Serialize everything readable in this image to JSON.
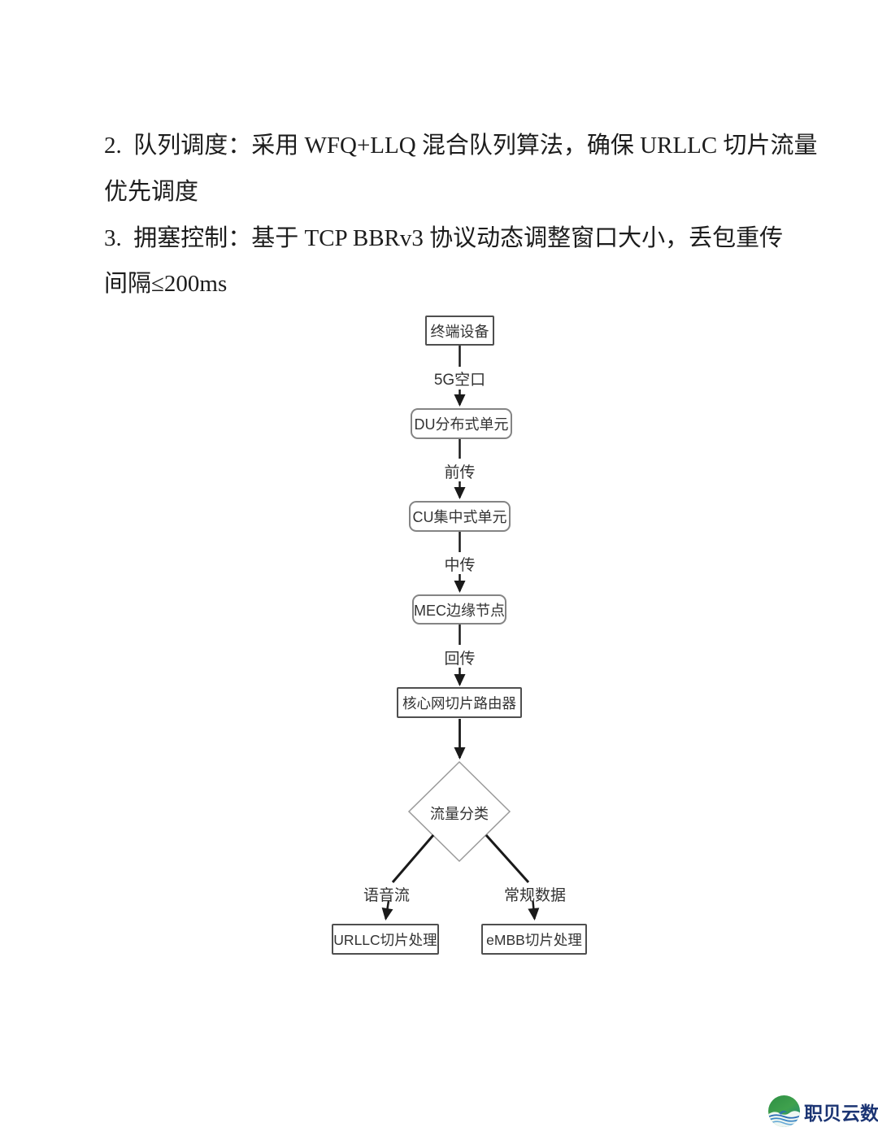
{
  "document": {
    "lines": [
      "2.  队列调度：采用 WFQ+LLQ 混合队列算法，确保 URLLC 切片流量",
      "优先调度",
      "3.  拥塞控制：基于 TCP BBRv3 协议动态调整窗口大小，丢包重传",
      "间隔≤200ms"
    ]
  },
  "flowchart": {
    "nodes": [
      {
        "id": "terminal",
        "label": "终端设备",
        "shape": "rect"
      },
      {
        "id": "du",
        "label": "DU分布式单元",
        "shape": "rounded"
      },
      {
        "id": "cu",
        "label": "CU集中式单元",
        "shape": "rounded"
      },
      {
        "id": "mec",
        "label": "MEC边缘节点",
        "shape": "rounded"
      },
      {
        "id": "core-router",
        "label": "核心网切片路由器",
        "shape": "rect"
      },
      {
        "id": "traffic-classify",
        "label": "流量分类",
        "shape": "diamond"
      },
      {
        "id": "urllc",
        "label": "URLLC切片处理",
        "shape": "rect"
      },
      {
        "id": "embb",
        "label": "eMBB切片处理",
        "shape": "rect"
      }
    ],
    "edge_labels": [
      {
        "id": "air-interface",
        "label": "5G空口"
      },
      {
        "id": "fronthaul",
        "label": "前传"
      },
      {
        "id": "midhaul",
        "label": "中传"
      },
      {
        "id": "backhaul",
        "label": "回传"
      },
      {
        "id": "voice-stream",
        "label": "语音流"
      },
      {
        "id": "regular-data",
        "label": "常规数据"
      }
    ]
  },
  "footer": {
    "brand_name": "职贝云数"
  },
  "colors": {
    "body_text": "#1c1c1c",
    "node_border_sharp": "#4f4f4f",
    "node_border_rounded": "#848484",
    "diamond_border": "#9a9a9a",
    "arrow": "#1a1a1a",
    "brand_blue": "#1b3473",
    "brand_green": "#3fa14d",
    "brand_wave_blue": "#2a6db5"
  }
}
